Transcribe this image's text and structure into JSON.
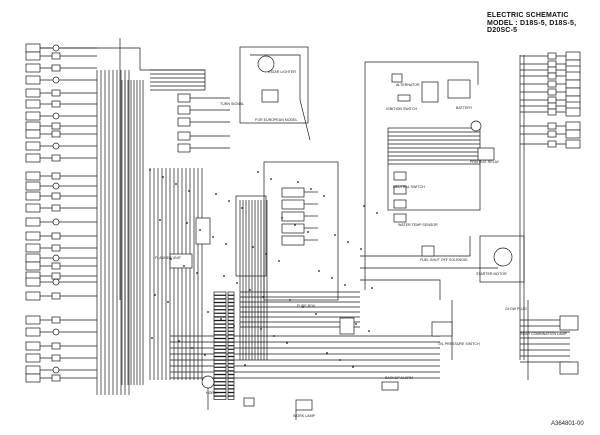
{
  "header": {
    "title_line1": "ELECTRIC SCHEMATIC",
    "title_line2": "MODEL : D18S-5, D18S-5, D20SC-5"
  },
  "footer": {
    "doc_number": "A364801-00"
  },
  "labels": {
    "european": "FOR EUROPEAN MODEL",
    "cigar": "CIGAR LIGHTER",
    "turn_signal": "TURN SIGNAL",
    "ignition": "IGNITION SWITCH",
    "alternator": "ALTERNATOR",
    "battery": "BATTERY",
    "starter": "STARTER MOTOR",
    "preheat": "PREHEAT RELAY",
    "water_temp": "WATER TEMP SENSOR",
    "fuel_cut": "FUEL SHUT OFF SOLENOID",
    "fuse_box": "FUSE BOX",
    "flasher": "FLASHER UNIT",
    "horn": "HORN",
    "work_lamp": "WORK LAMP",
    "backup_alarm": "BACKUP ALARM",
    "rear_combination": "REAR COMBINATION LAMP",
    "oil_pressure": "OIL PRESSURE SWITCH",
    "neutral": "NEUTRAL SWITCH",
    "glow_plug": "GLOW PLUG"
  }
}
